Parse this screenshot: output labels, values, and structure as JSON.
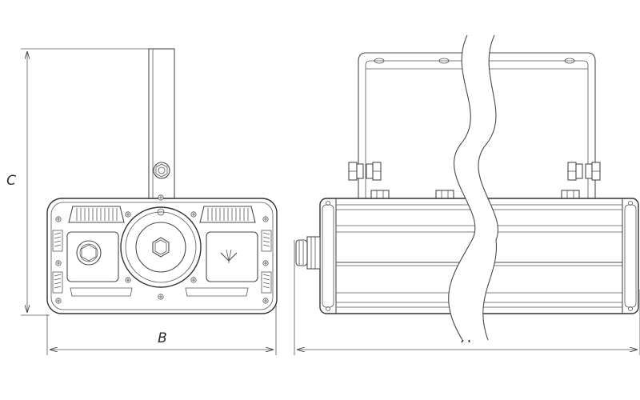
{
  "dimensions": {
    "height_label": "C",
    "width_label": "B",
    "length_label": "A"
  },
  "colors": {
    "line": "#4a4a4a",
    "background": "#ffffff"
  }
}
